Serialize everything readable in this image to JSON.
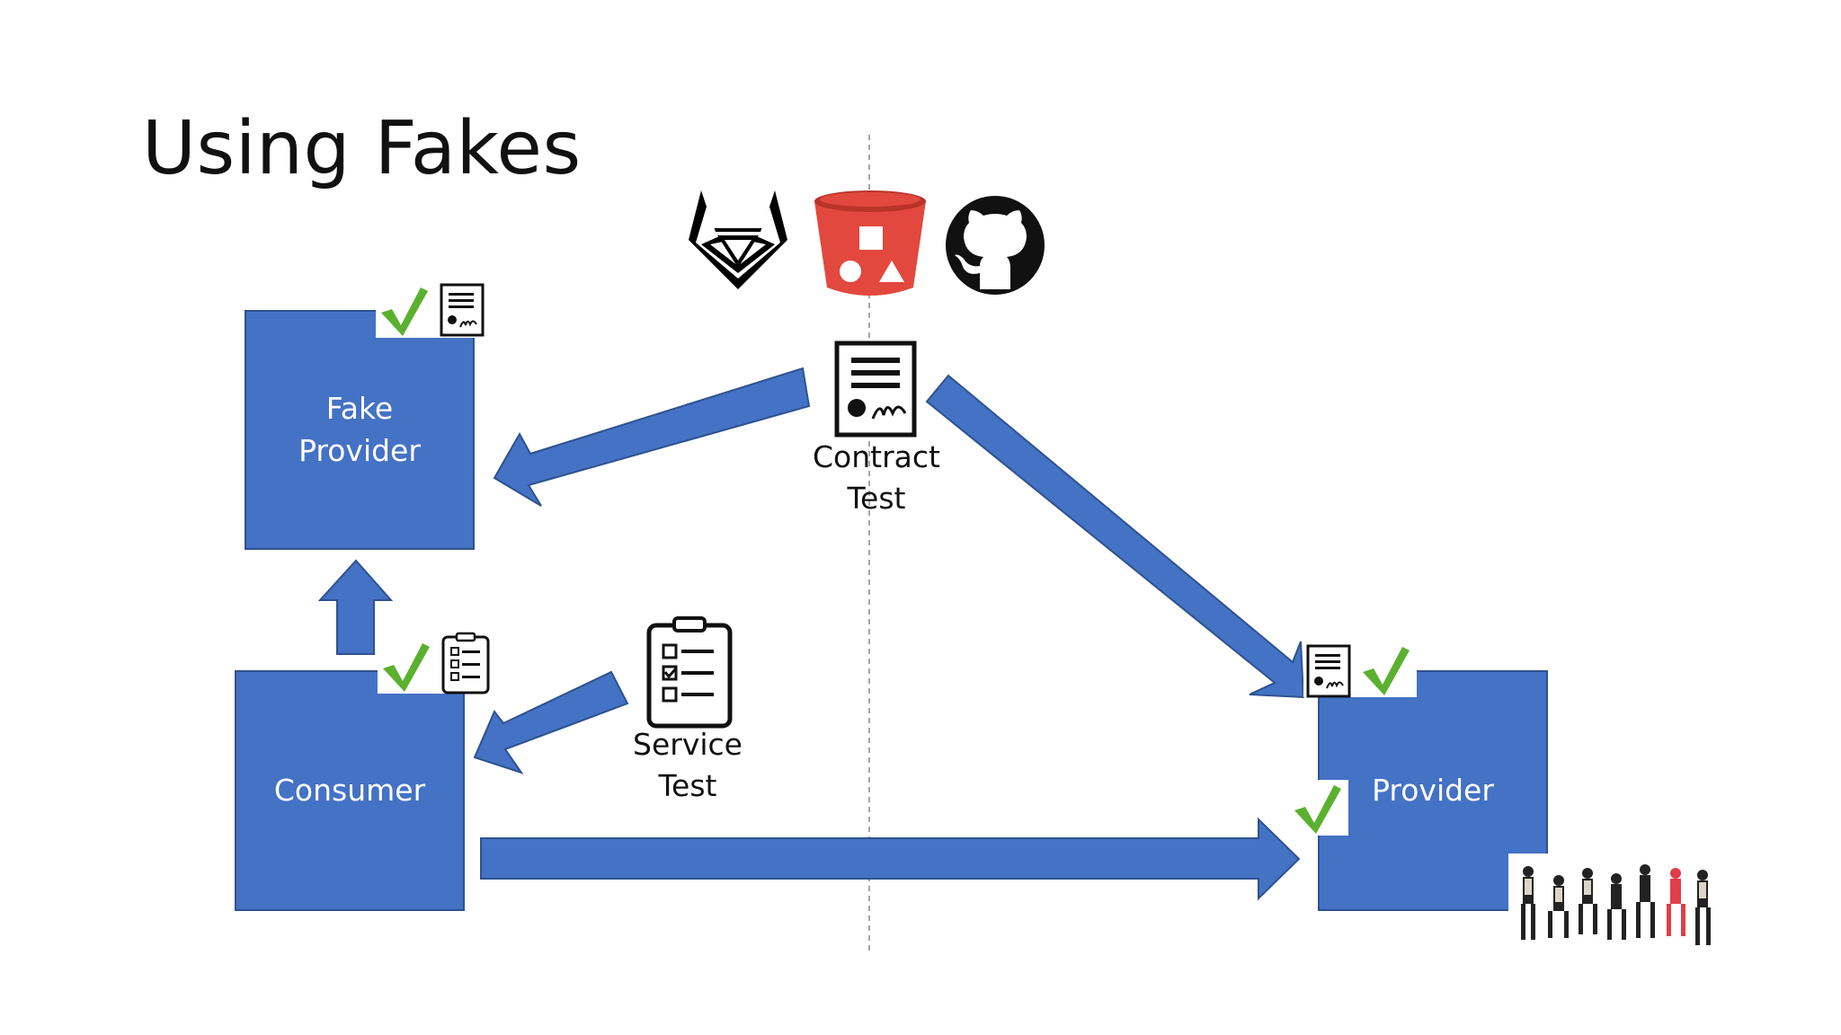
{
  "title": "Using Fakes",
  "nodes": {
    "fake_provider": "Fake\nProvider",
    "consumer": "Consumer",
    "provider": "Provider"
  },
  "labels": {
    "contract_test": "Contract\nTest",
    "service_test": "Service\nTest"
  },
  "icons": [
    "gitlab-icon",
    "bucket-icon",
    "github-icon",
    "contract-icon",
    "checklist-icon",
    "checkmark-icon",
    "jumping-people-image"
  ],
  "colors": {
    "box": "#4472c4",
    "arrow": "#4472c4",
    "check": "#5bb12f"
  }
}
